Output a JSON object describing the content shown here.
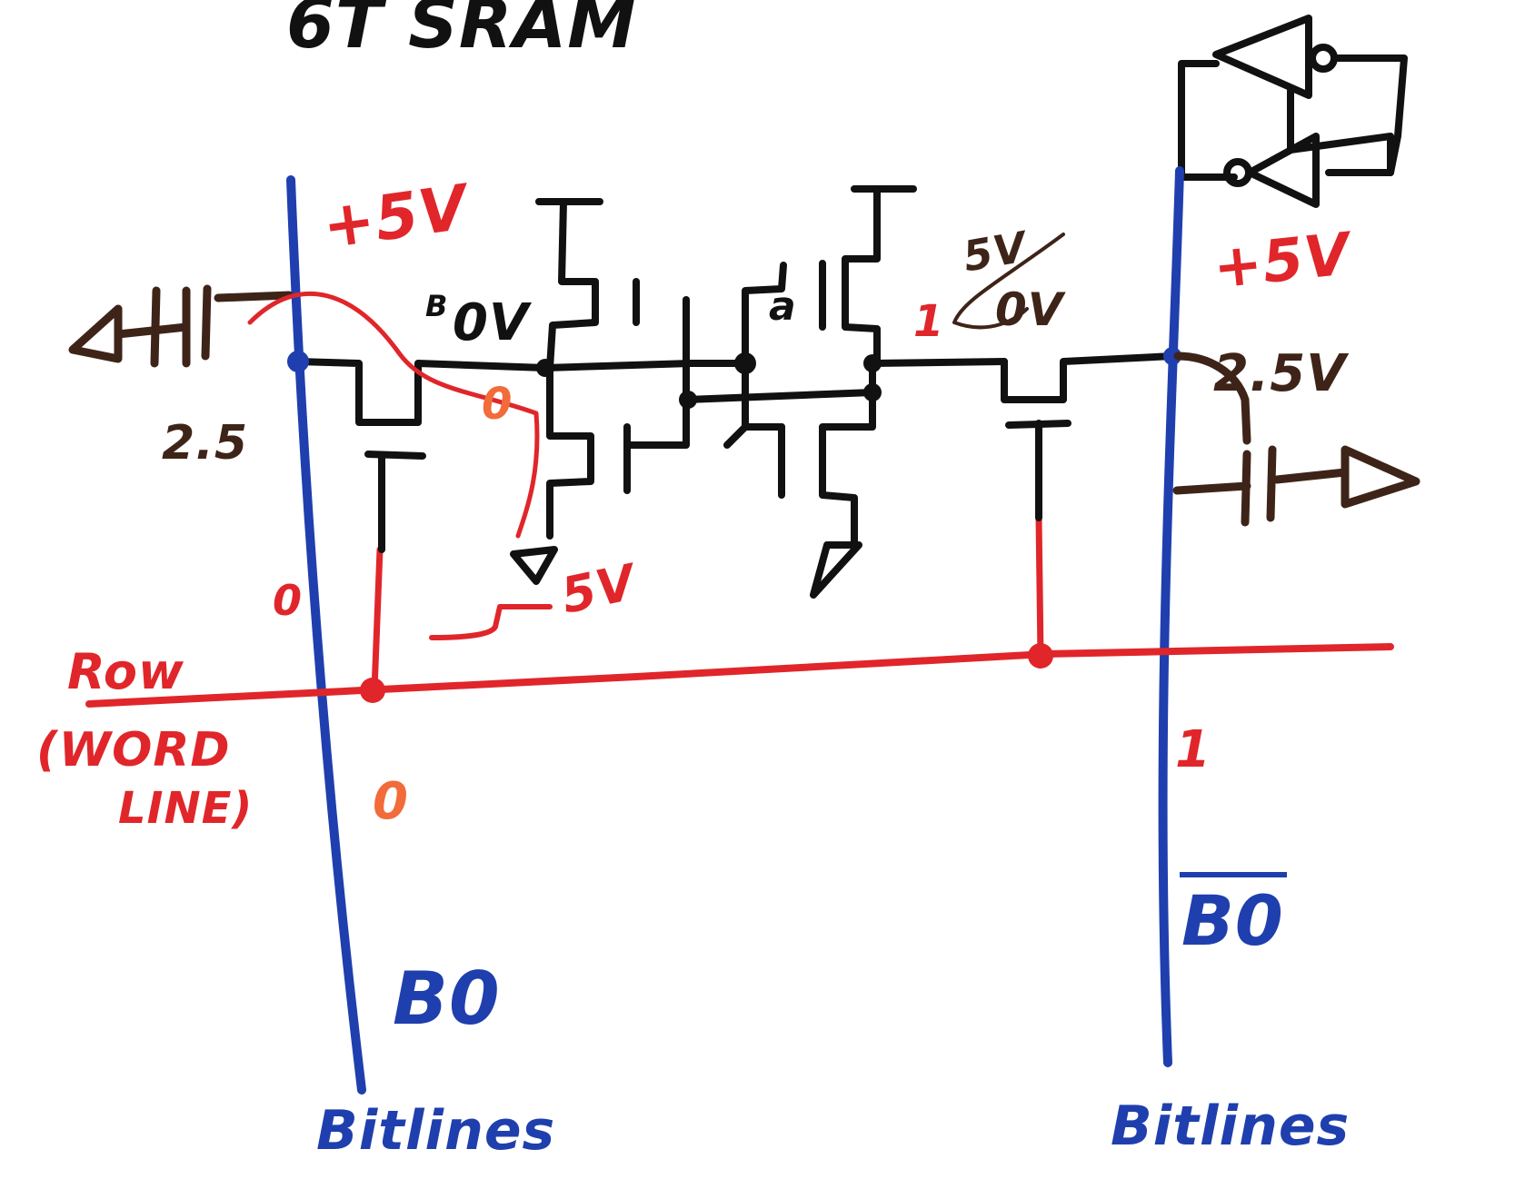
{
  "title": "6T SRAM",
  "colors": {
    "bitline": "#1f3fae",
    "wordline": "#e0262a",
    "annotation_red": "#e0262a",
    "orange": "#f26b3a",
    "ink": "#111111",
    "brown": "#3e2418"
  },
  "labels": {
    "left_plus5v": "+5V",
    "right_plus5v": "+5V",
    "left_bitline_v": "2.5",
    "right_bitline_v": "2.5V",
    "node_left_ov": "0V",
    "left_swing_5v": "5V",
    "node_left_zero": "0",
    "left_bitline_zero_top": "0",
    "left_bitline_zero_bottom": "0",
    "node_right_one": "1",
    "right_bitline_one": "1",
    "node_right_5v": "5V",
    "node_right_0v": "0V",
    "row": "Row",
    "word_line_1": "(WORD",
    "word_line_2": "LINE)",
    "b0": "B0",
    "b0_bar": "B0",
    "bitlines_left": "Bitlines",
    "bitlines_right": "Bitlines",
    "gate_left": "B",
    "gate_right": "a"
  }
}
